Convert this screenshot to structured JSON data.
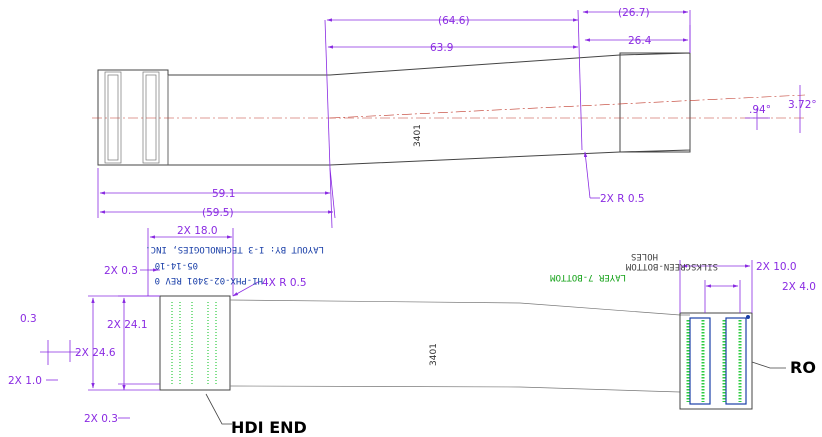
{
  "top_view": {
    "dims": {
      "d64_6": "(64.6)",
      "d26_7": "(26.7)",
      "d63_9": "63.9",
      "d26_4": "26.4",
      "d59_1": "59.1",
      "d59_5": "(59.5)",
      "r05": "2X R 0.5",
      "a094": ".94°",
      "a372": "3.72°"
    },
    "part_label": "3401"
  },
  "bottom_view": {
    "dims": {
      "d18": "2X 18.0",
      "d03a": "2X 0.3",
      "d241": "2X 24.1",
      "d03b": "0.3",
      "d246": "2X 24.6",
      "d10": "2X 1.0",
      "d03c": "2X 0.3",
      "r05": "4X R 0.5",
      "d100": "2X 10.0",
      "d40": "2X 4.0"
    },
    "part_label": "3401",
    "notes": {
      "layout": "LAYOUT BY: I-3 TECHNOLOGIES, INC.",
      "date": "05-14-10",
      "partno": "HI-PHX-02-3401 REV 0",
      "holes": "HOLES",
      "silk": "SILKSCREEN-BOTTOM",
      "layer": "LAYER 7-BOTTOM"
    },
    "callouts": {
      "hdi": "HDI END",
      "ro": "RO"
    }
  },
  "colors": {
    "dimension": "#8a2be2",
    "outline": "#444444",
    "centerline": "#c0392b",
    "pads": "#2ecc40",
    "connector": "#1a3fa8",
    "note_blue": "#1a3fa8",
    "note_green": "#16a31a"
  }
}
